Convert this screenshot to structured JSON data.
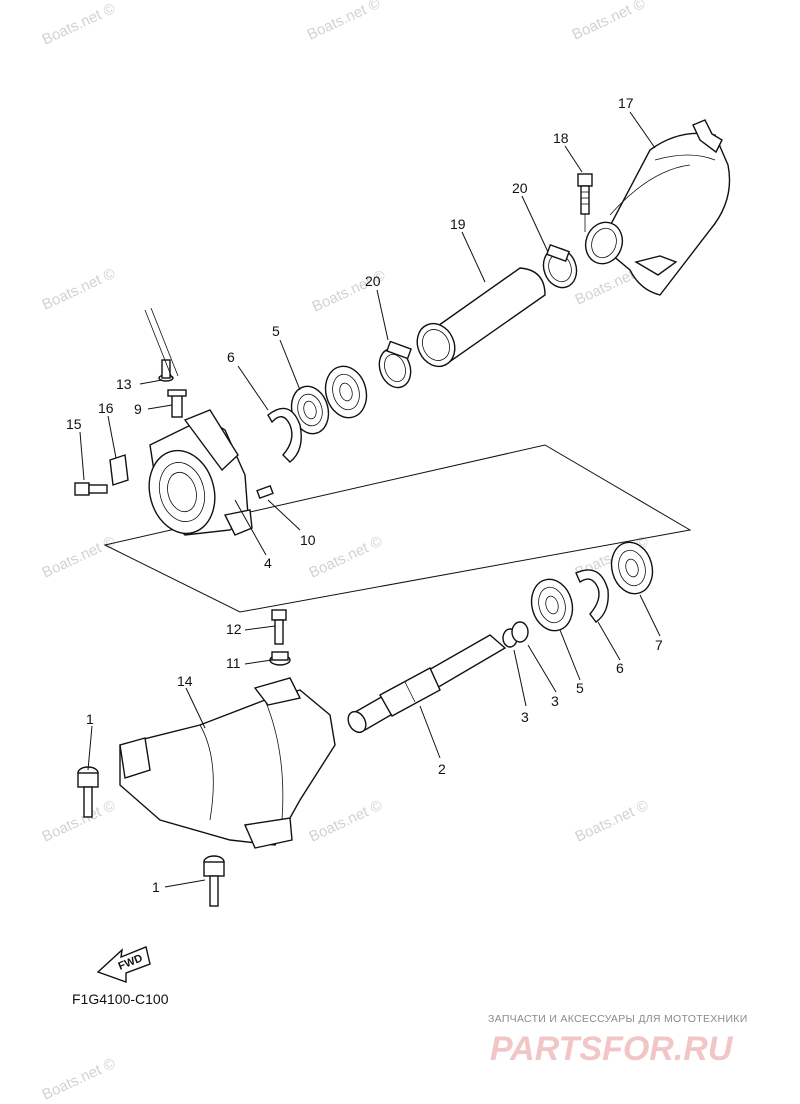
{
  "watermarks": [
    "Boats.net ©",
    "Boats.net ©",
    "Boats.net ©",
    "Boats.net ©",
    "Boats.net ©",
    "Boats.net ©",
    "Boats.net ©",
    "Boats.net ©",
    "Boats.net ©",
    "Boats.net ©",
    "Boats.net ©",
    "Boats.net ©",
    "Boats.net ©"
  ],
  "callouts": {
    "c17": "17",
    "c18": "18",
    "c20a": "20",
    "c19": "19",
    "c20b": "20",
    "c5a": "5",
    "c6a": "6",
    "c13": "13",
    "c16": "16",
    "c9": "9",
    "c15": "15",
    "c10": "10",
    "c4": "4",
    "c12": "12",
    "c11": "11",
    "c14": "14",
    "c1a": "1",
    "c1b": "1",
    "c2": "2",
    "c3a": "3",
    "c3b": "3",
    "c5b": "5",
    "c6b": "6",
    "c7": "7"
  },
  "fwd_label": "FWD",
  "diagram_code": "F1G4100-C100",
  "brand": {
    "tagline": "ЗАПЧАСТИ И АКСЕССУАРЫ ДЛЯ МОТОТЕХНИКИ",
    "logo": "PARTSFOR.RU",
    "logo_color": "#f2c6c6"
  }
}
